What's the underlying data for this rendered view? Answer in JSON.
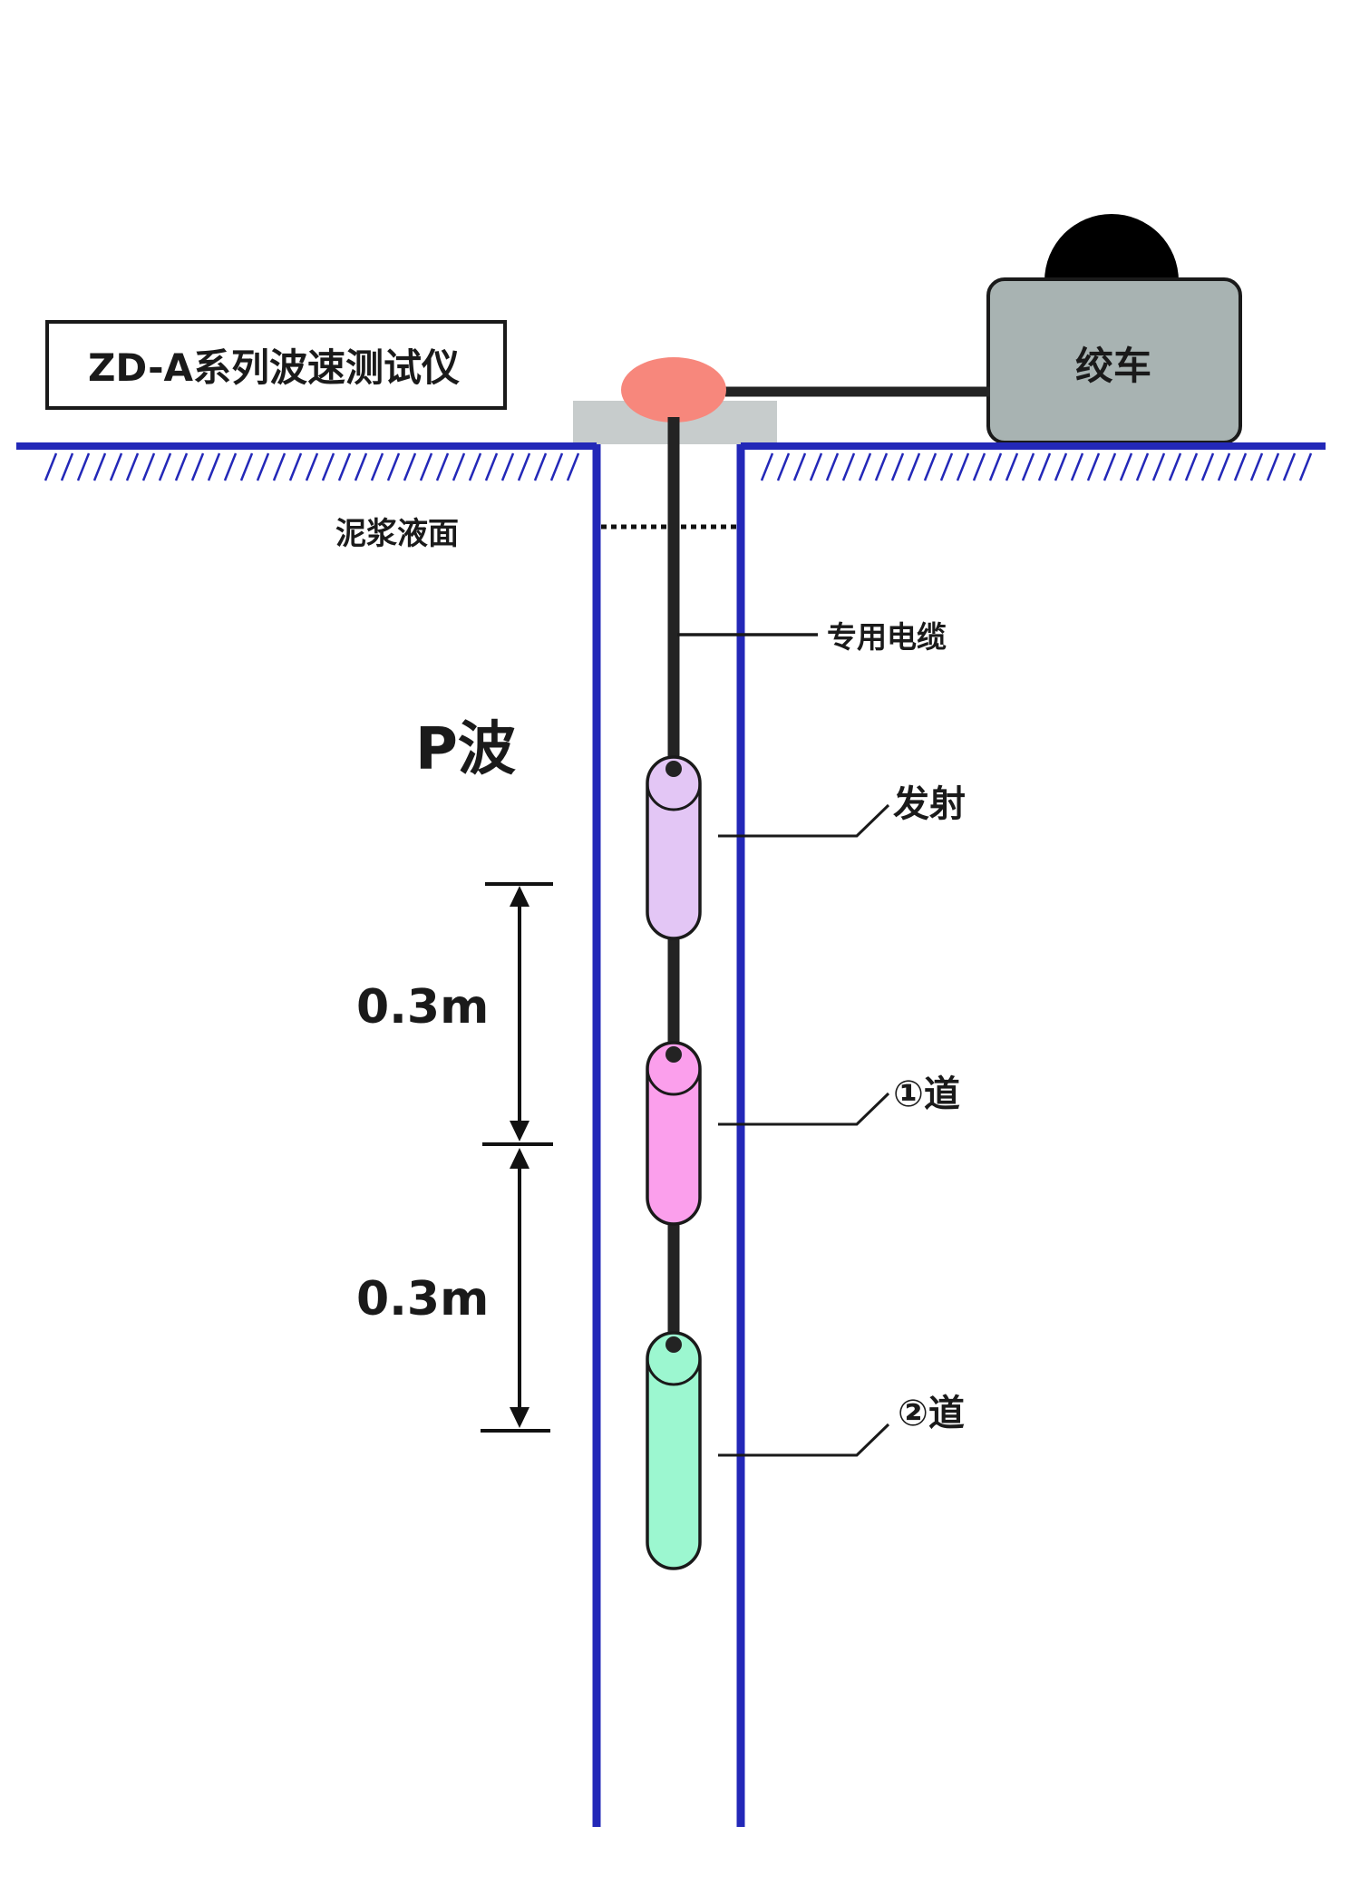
{
  "instrument_label": "ZD-A系列波速测试仪",
  "winch_label": "绞车",
  "mud_level_label": "泥浆液面",
  "cable_label": "专用电缆",
  "wave_type_label": "P波",
  "transmitter_label": "发射",
  "channel1_label": "①道",
  "channel2_label": "②道",
  "spacing_upper_label": "0.3m",
  "spacing_lower_label": "0.3m",
  "colors": {
    "ground_line": "#2328b8",
    "borehole_wall": "#2328b8",
    "cable": "#232323",
    "winch_body": "#a8b3b2",
    "pulley": "#f7877c",
    "platform": "#c7cccc",
    "transmitter_probe": "#e3c6f5",
    "channel1_probe": "#fb9fec",
    "channel2_probe": "#9cf7d0"
  }
}
